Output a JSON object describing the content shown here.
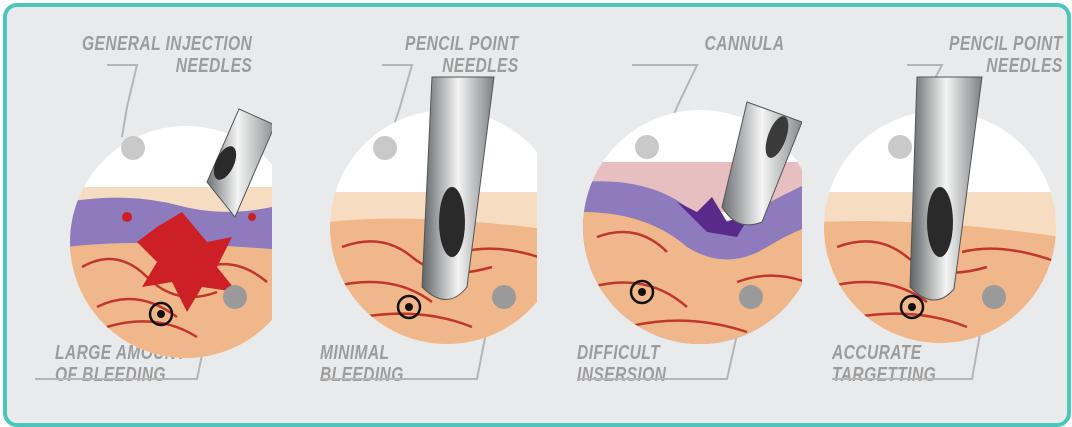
{
  "panels": [
    {
      "top": [
        "GENERAL INJECTION",
        "NEEDLES"
      ],
      "bottom": [
        "LARGE AMOUNT",
        "OF BLEEDING"
      ]
    },
    {
      "top": [
        "PENCIL POINT",
        "NEEDLES"
      ],
      "bottom": [
        "MINIMAL",
        "BLEEDING"
      ]
    },
    {
      "top": [
        "CANNULA",
        ""
      ],
      "bottom": [
        "DIFFICULT",
        "INSERSION"
      ]
    },
    {
      "top": [
        "PENCIL POINT",
        "NEEDLES"
      ],
      "bottom": [
        "ACCURATE",
        "TARGETTING"
      ]
    }
  ],
  "colors": {
    "border": "#4cc5be",
    "background": "#e9eaec",
    "label": "#9c9c9c",
    "skin": "#f6dcc0",
    "tissue": "#f0b88a",
    "vessel": "#c0362a",
    "fat": "#8e7bbd",
    "blood": "#cc1f26"
  }
}
